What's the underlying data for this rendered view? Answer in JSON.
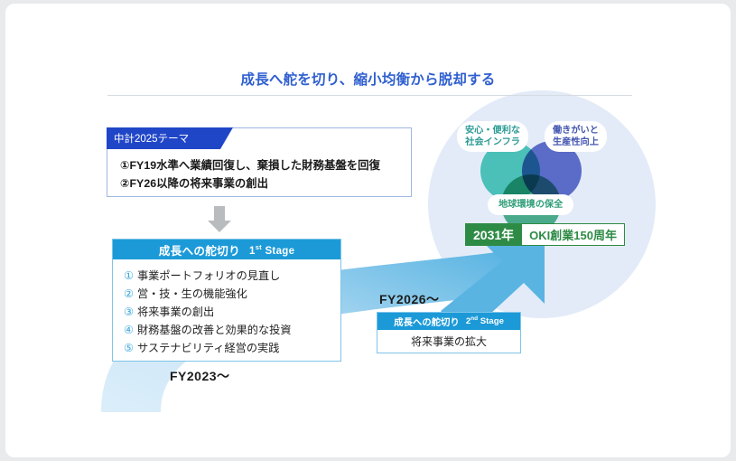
{
  "slide": {
    "title": "成長へ舵を切り、縮小均衡から脱却する"
  },
  "theme_box": {
    "tab_label": "中計2025テーマ",
    "items": [
      "①FY19水準へ業績回復し、棄損した財務基盤を回復",
      "②FY26以降の将来事業の創出"
    ]
  },
  "stage1": {
    "header_jp": "成長への舵切り",
    "header_en": "1",
    "header_en_sup": "st",
    "header_en_rest": " Stage",
    "items": [
      {
        "num": "①",
        "text": "事業ポートフォリオの見直し"
      },
      {
        "num": "②",
        "text": "営・技・生の機能強化"
      },
      {
        "num": "③",
        "text": "将来事業の創出"
      },
      {
        "num": "④",
        "text": "財務基盤の改善と効果的な投資"
      },
      {
        "num": "⑤",
        "text": "サステナビリティ経営の実践"
      }
    ],
    "period_label": "FY2023〜"
  },
  "stage2": {
    "header_jp": "成長への舵切り",
    "header_en": "2",
    "header_en_sup": "nd",
    "header_en_rest": " Stage",
    "body": "将来事業の拡大",
    "period_label": "FY2026〜"
  },
  "vision": {
    "circles": [
      {
        "name": "social-infrastructure",
        "label": "安心・便利な\n社会インフラ",
        "line1": "安心・便利な",
        "line2": "社会インフラ",
        "color": "#2fb9ad"
      },
      {
        "name": "work-productivity",
        "label": "働きがいと\n生産性向上",
        "line1": "働きがいと",
        "line2": "生産性向上",
        "color": "#4156bf"
      },
      {
        "name": "environment",
        "label": "地球環境の保全",
        "line1": "地球環境の保全",
        "line2": "",
        "color": "#2f9e78"
      }
    ],
    "badge_year": "2031年",
    "badge_text": "OKI創業150周年",
    "badge_color": "#2e8b45"
  },
  "colors": {
    "title": "#2f5fd0",
    "theme_tab": "#2046c8",
    "stage_header": "#1c9ad8",
    "arrow_light": "#cfe7f6",
    "arrow_dark": "#59b4e2",
    "halo": "#e3ebf8"
  }
}
